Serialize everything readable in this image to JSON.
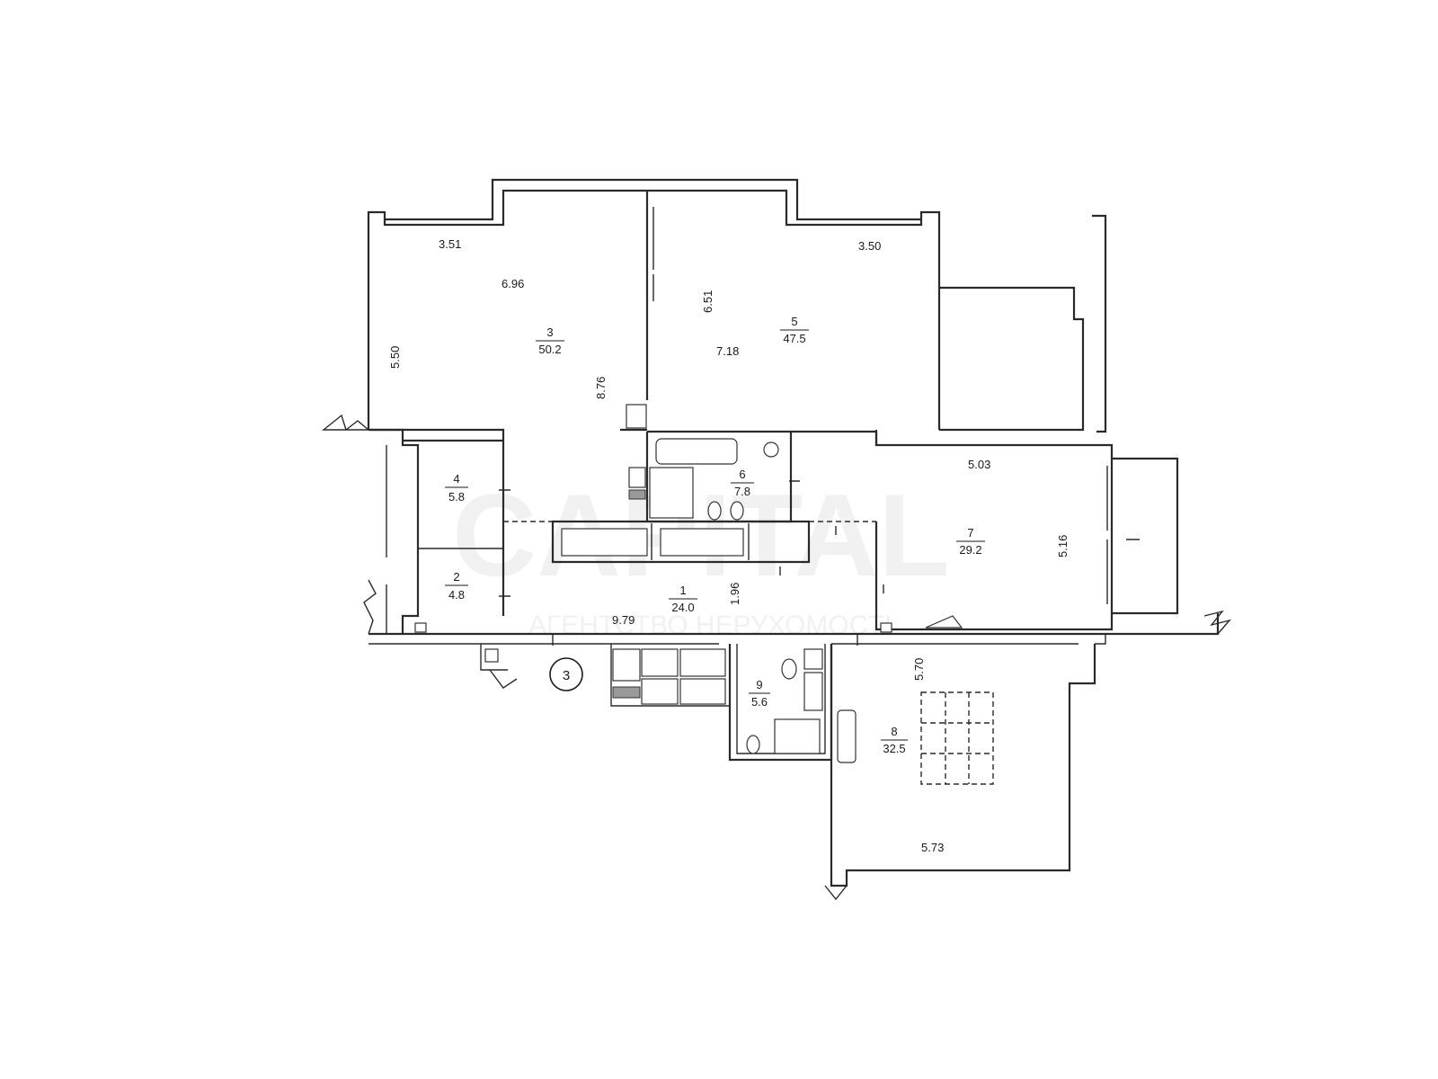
{
  "watermark": {
    "brand": "CAPITAL",
    "tagline": "АГЕНТСТВО НЕРУХОМОСТІ"
  },
  "rooms": [
    {
      "id": "r1",
      "num": "1",
      "area": "24.0"
    },
    {
      "id": "r2",
      "num": "2",
      "area": "4.8"
    },
    {
      "id": "r3",
      "num": "3",
      "area": "50.2"
    },
    {
      "id": "r4",
      "num": "4",
      "area": "5.8"
    },
    {
      "id": "r5",
      "num": "5",
      "area": "47.5"
    },
    {
      "id": "r6",
      "num": "6",
      "area": "7.8"
    },
    {
      "id": "r7",
      "num": "7",
      "area": "29.2"
    },
    {
      "id": "r8",
      "num": "8",
      "area": "32.5"
    },
    {
      "id": "r9",
      "num": "9",
      "area": "5.6"
    }
  ],
  "dimensions": {
    "d_351": "3.51",
    "d_696": "6.96",
    "d_550": "5.50",
    "d_876": "8.76",
    "d_651": "6.51",
    "d_718": "7.18",
    "d_350": "3.50",
    "d_503": "5.03",
    "d_516": "5.16",
    "d_196": "1.96",
    "d_979": "9.79",
    "d_570": "5.70",
    "d_573": "5.73"
  },
  "axis_marker": "3"
}
